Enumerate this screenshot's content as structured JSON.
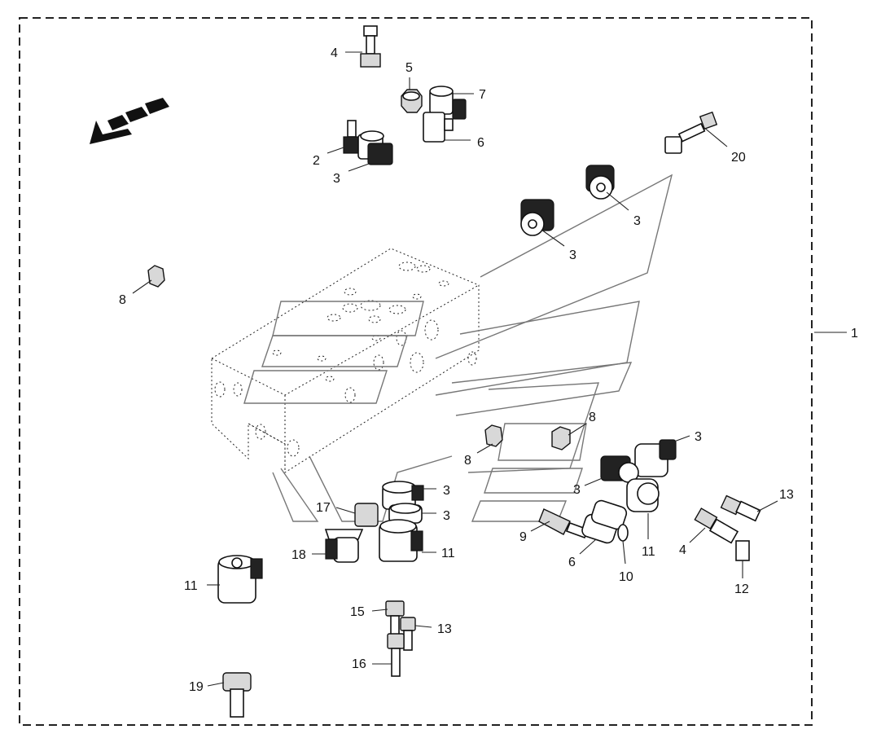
{
  "diagram": {
    "callouts": [
      "1",
      "2",
      "3",
      "4",
      "5",
      "6",
      "7",
      "8",
      "9",
      "10",
      "11",
      "12",
      "13",
      "15",
      "16",
      "17",
      "18",
      "19",
      "20"
    ]
  }
}
